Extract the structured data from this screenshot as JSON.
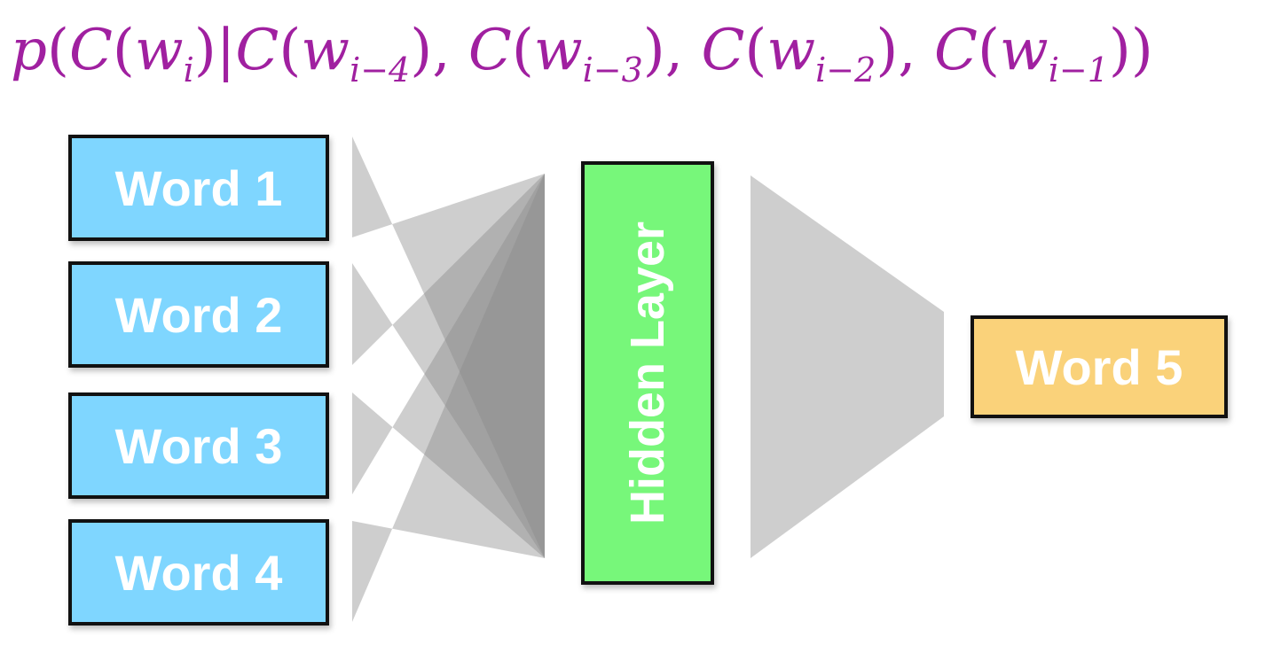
{
  "formula": {
    "p": "p",
    "parts": [
      {
        "pre": "(",
        "C": "C",
        "w": "w",
        "sub": "i",
        "post": ")|"
      },
      {
        "pre": "",
        "C": "C",
        "w": "w",
        "sub": "i−4",
        "post": "),"
      },
      {
        "pre": " ",
        "C": "C",
        "w": "w",
        "sub": "i−3",
        "post": "),"
      },
      {
        "pre": " ",
        "C": "C",
        "w": "w",
        "sub": "i−2",
        "post": "),"
      },
      {
        "pre": " ",
        "C": "C",
        "w": "w",
        "sub": "i−1",
        "post": "))"
      }
    ]
  },
  "inputs": [
    {
      "label": "Word 1"
    },
    {
      "label": "Word 2"
    },
    {
      "label": "Word 3"
    },
    {
      "label": "Word 4"
    }
  ],
  "hidden": {
    "label": "Hidden Layer"
  },
  "output": {
    "label": "Word 5"
  },
  "colors": {
    "formula": "#a020a0",
    "input_fill": "#7fd6ff",
    "hidden_fill": "#77f77a",
    "output_fill": "#fad27a",
    "border": "#111111",
    "connection": "#8a8a8a"
  }
}
